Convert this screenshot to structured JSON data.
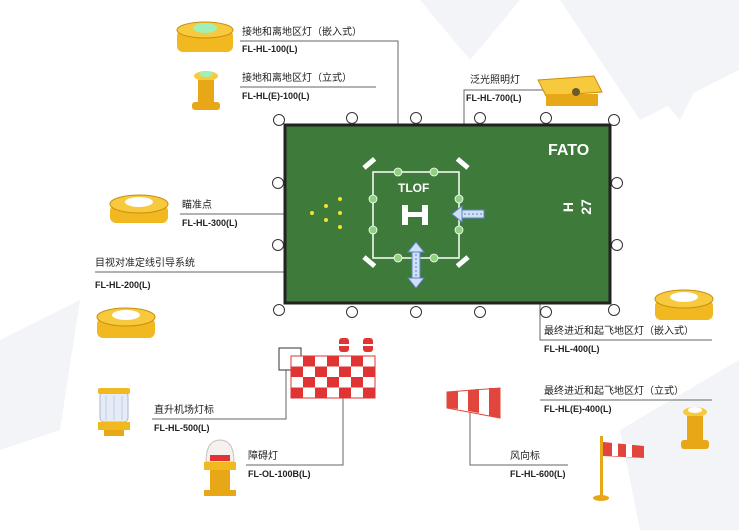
{
  "pad": {
    "fato": "FATO",
    "tlof": "TLOF",
    "h_mark": "H",
    "designation_letter": "H",
    "designation_number": "27"
  },
  "callouts": [
    {
      "key": "td_inset",
      "name": "接地和离地区灯（嵌入式）",
      "code": "FL-HL-100(L)"
    },
    {
      "key": "td_elev",
      "name": "接地和离地区灯（立式）",
      "code": "FL-HL(E)-100(L)"
    },
    {
      "key": "flood",
      "name": "泛光照明灯",
      "code": "FL-HL-700(L)"
    },
    {
      "key": "aiming",
      "name": "瞄准点",
      "code": "FL-HL-300(L)"
    },
    {
      "key": "alignment",
      "name": "目视对准定线引导系统",
      "code": "FL-HL-200(L)"
    },
    {
      "key": "fato_inset",
      "name": "最终进近和起飞地区灯（嵌入式）",
      "code": "FL-HL-400(L)"
    },
    {
      "key": "fato_elev",
      "name": "最终进近和起飞地区灯（立式）",
      "code": "FL-HL(E)-400(L)"
    },
    {
      "key": "beacon",
      "name": "直升机场灯标",
      "code": "FL-HL-500(L)"
    },
    {
      "key": "obstacle",
      "name": "障碍灯",
      "code": "FL-OL-100B(L)"
    },
    {
      "key": "windsock",
      "name": "风向标",
      "code": "FL-HL-600(L)"
    }
  ],
  "colors": {
    "pad_green": "#3e7a3a",
    "pad_border": "#222222",
    "light_housing": "#f2b81f",
    "obstacle_red": "#e03333",
    "windsock_red": "#e2453c"
  }
}
